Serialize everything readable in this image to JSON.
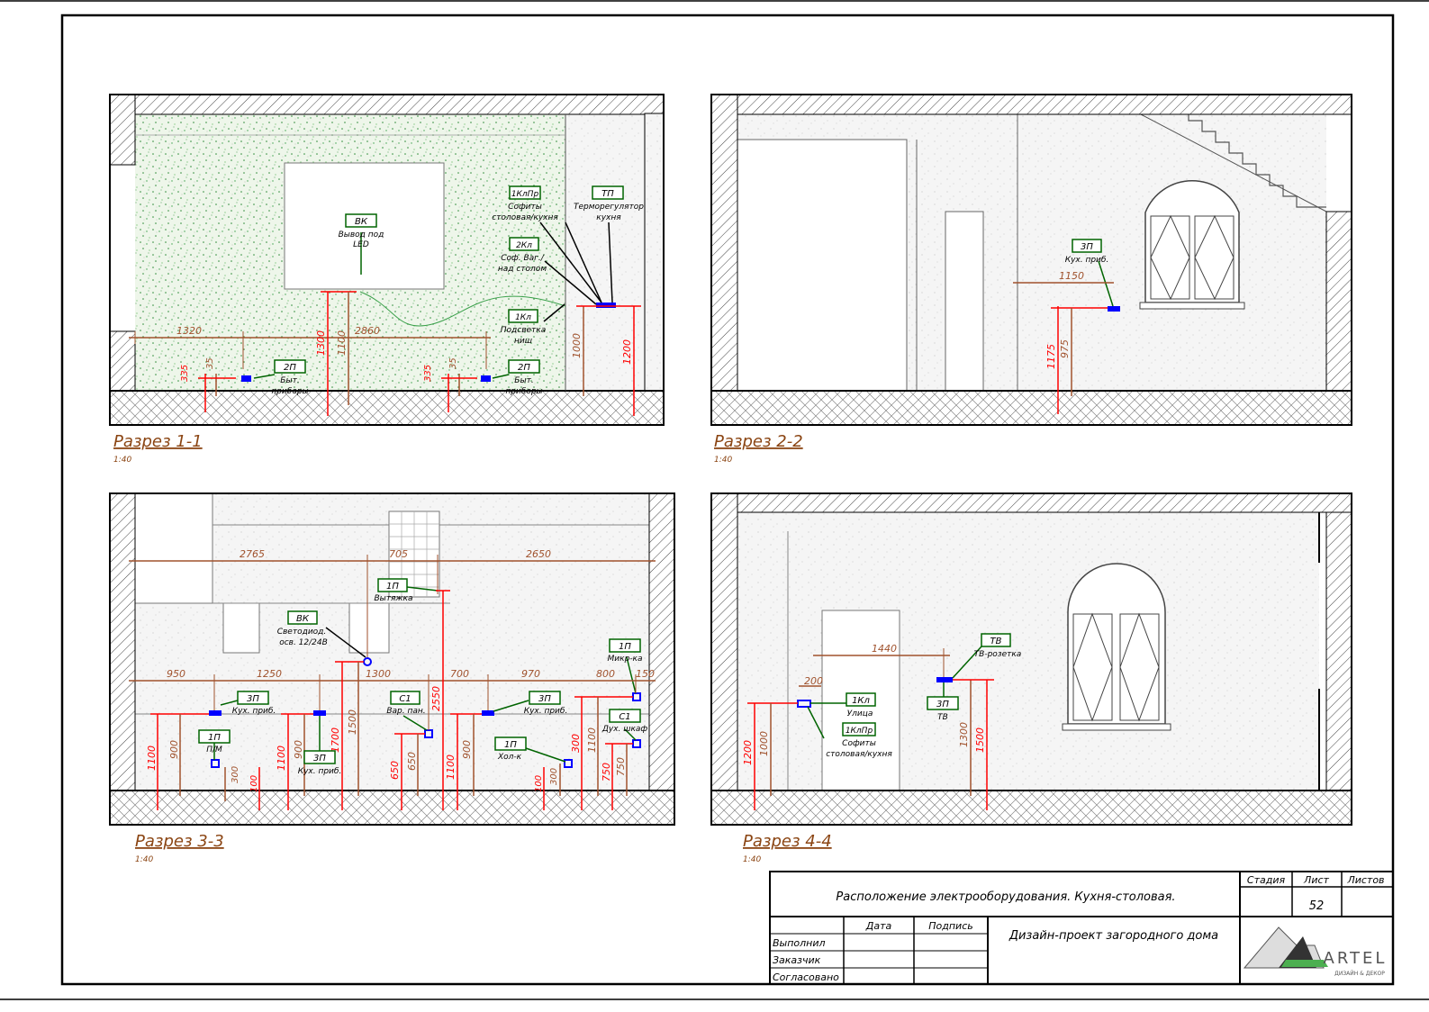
{
  "colors": {
    "frame": "#000000",
    "dimension_red": "#ff0000",
    "dimension_brown": "#a0522d",
    "label_green": "#006400",
    "device_blue": "#0000ff",
    "title_brown": "#8b4513",
    "hatch": "#555555",
    "green_wall": "#e9f4e6",
    "green_speckle": "#2e8b3a",
    "grey_wall": "#f4f4f4"
  },
  "sections": [
    {
      "title": "Разрез 1-1",
      "scale": "1:40"
    },
    {
      "title": "Разрез 2-2",
      "scale": "1:40"
    },
    {
      "title": "Разрез 3-3",
      "scale": "1:40"
    },
    {
      "title": "Разрез 4-4",
      "scale": "1:40"
    }
  ],
  "s1": {
    "dims_h": [
      "1320",
      "2860"
    ],
    "dims_v": [
      "335",
      "35",
      "1300",
      "1100",
      "1000",
      "1200",
      "335",
      "35"
    ],
    "labels": [
      {
        "code": "ВК",
        "text1": "Вывод под",
        "text2": "LED"
      },
      {
        "code": "1КлПр",
        "text1": "Софиты",
        "text2": "столовая/кухня"
      },
      {
        "code": "ТП",
        "text1": "Терморегулятор",
        "text2": "кухня"
      },
      {
        "code": "2Кл",
        "text1": "Соф. Ваг./",
        "text2": "над столом"
      },
      {
        "code": "1Кл",
        "text1": "Подсветка",
        "text2": "ниш"
      },
      {
        "code": "2П",
        "text1": "Быт.",
        "text2": "приборы"
      },
      {
        "code": "2П",
        "text1": "Быт.",
        "text2": "приборы"
      }
    ]
  },
  "s2": {
    "dims_h": [
      "1150"
    ],
    "dims_v": [
      "1175",
      "975"
    ],
    "labels": [
      {
        "code": "3П",
        "text1": "Кух. приб.",
        "text2": ""
      }
    ]
  },
  "s3": {
    "dims_top": [
      "2765",
      "705",
      "2650"
    ],
    "dims_mid": [
      "950",
      "1250",
      "1300",
      "700",
      "970",
      "800",
      "150"
    ],
    "dims_v": [
      "1100",
      "900",
      "300",
      "100",
      "1100",
      "900",
      "1700",
      "1500",
      "650",
      "650",
      "2550",
      "1100",
      "900",
      "100",
      "300",
      "300",
      "1100",
      "750",
      "750"
    ],
    "labels": [
      {
        "code": "1П",
        "text1": "Вытяжка"
      },
      {
        "code": "ВК",
        "text1": "Светодиод.",
        "text2": "осв. 12/24В"
      },
      {
        "code": "1П",
        "text1": "Микр-ка"
      },
      {
        "code": "3П",
        "text1": "Кух. приб."
      },
      {
        "code": "С1",
        "text1": "Вар. пан."
      },
      {
        "code": "3П",
        "text1": "Кух. приб."
      },
      {
        "code": "С1",
        "text1": "Дух. шкаф"
      },
      {
        "code": "1П",
        "text1": "П/М"
      },
      {
        "code": "3П",
        "text1": "Кух. приб."
      },
      {
        "code": "1П",
        "text1": "Хол-к"
      }
    ]
  },
  "s4": {
    "dims_h": [
      "1440",
      "200"
    ],
    "dims_v": [
      "1200",
      "1000",
      "1300",
      "1500"
    ],
    "labels": [
      {
        "code": "ТВ",
        "text1": "ТВ-розетка"
      },
      {
        "code": "3П",
        "text1": "ТВ"
      },
      {
        "code": "1Кл",
        "text1": "Улица"
      },
      {
        "code": "1КлПр",
        "text1": "Софиты",
        "text2": "столовая/кухня"
      }
    ]
  },
  "title_block": {
    "drawing_title": "Расположение электрооборудования. Кухня-столовая.",
    "project": "Дизайн-проект загородного дома",
    "col_stage": "Стадия",
    "col_sheet": "Лист",
    "col_sheets": "Листов",
    "sheet_number": "52",
    "col_date": "Дата",
    "col_sign": "Подпись",
    "row_done": "Выполнил",
    "row_client": "Заказчик",
    "row_agreed": "Согласовано",
    "logo_text": "ARTEL",
    "logo_sub": "ДИЗАЙН & ДЕКОР"
  }
}
